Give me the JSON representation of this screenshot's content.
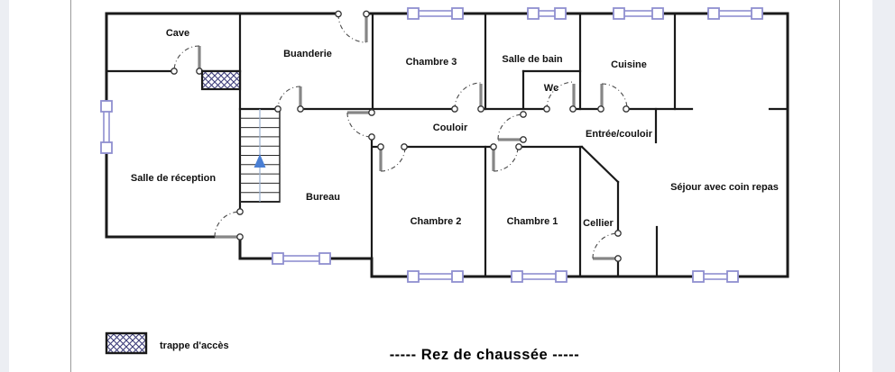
{
  "document": {
    "type": "floor-plan",
    "title": "-----  Rez de chaussée  -----"
  },
  "legend": {
    "swatch": "hatched-rectangle",
    "label": "trappe d'accès"
  },
  "rooms": {
    "cave": "Cave",
    "buanderie": "Buanderie",
    "chambre3": "Chambre 3",
    "salle_de_bain": "Salle de bain",
    "wc": "Wc",
    "cuisine": "Cuisine",
    "couloir": "Couloir",
    "entree_couloir": "Entrée/couloir",
    "salle_de_reception": "Salle de réception",
    "bureau": "Bureau",
    "chambre2": "Chambre 2",
    "chambre1": "Chambre 1",
    "cellier": "Cellier",
    "sejour": "Séjour avec coin repas"
  },
  "colors": {
    "wall": "#1a1a1a",
    "window": "#8f8fd0",
    "door_leaf": "#868686",
    "door_arc": "#4a4a4a",
    "stairs_arrow": "#4a7fd4",
    "hatch": "#3d3d7a",
    "page_border": "#9b9b9b",
    "outside_band": "#eceef3"
  }
}
